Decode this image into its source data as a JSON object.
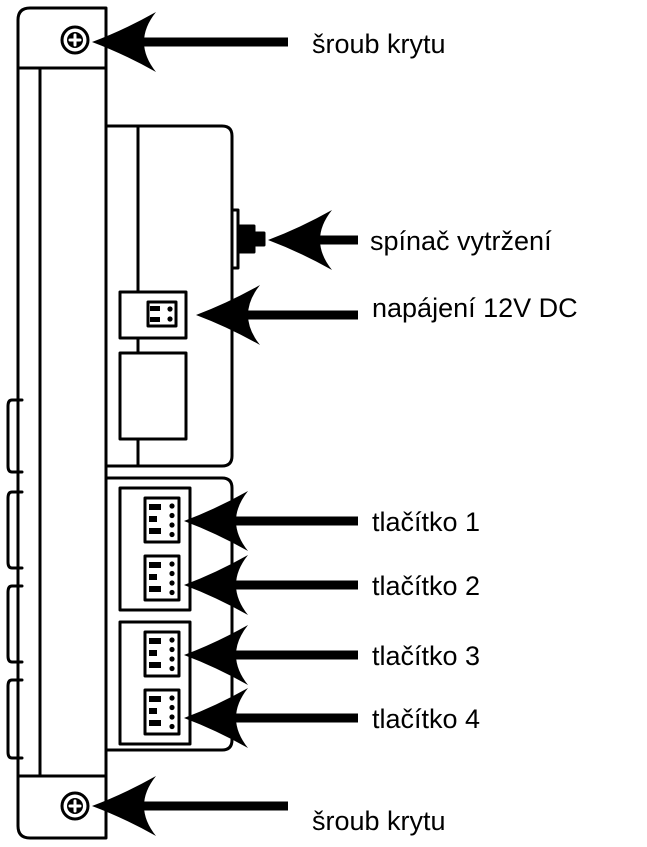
{
  "labels": {
    "screw_top": "šroub krytu",
    "tamper_switch": "spínač vytržení",
    "power": "napájení 12V DC",
    "button1": "tlačítko 1",
    "button2": "tlačítko 2",
    "button3": "tlačítko 3",
    "button4": "tlačítko 4",
    "screw_bottom": "šroub krytu"
  },
  "colors": {
    "line": "#000000",
    "background": "#ffffff"
  }
}
